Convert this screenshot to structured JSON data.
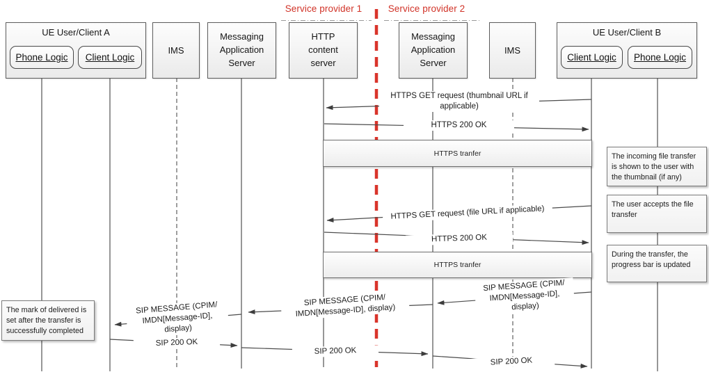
{
  "providers": {
    "sp1": "Service provider 1",
    "sp2": "Service provider 2"
  },
  "actors": {
    "ue_a_title": "UE User/Client A",
    "ue_a_phone": "Phone Logic",
    "ue_a_client": "Client Logic",
    "ims1": "IMS",
    "mas1": "Messaging Application Server",
    "http": "HTTP content server",
    "mas2": "Messaging Application Server",
    "ims2": "IMS",
    "ue_b_title": "UE User/Client B",
    "ue_b_client": "Client Logic",
    "ue_b_phone": "Phone Logic"
  },
  "messages": {
    "get_thumbnail": "HTTPS GET request (thumbnail URL if applicable)",
    "ok_thumbnail": "HTTPS 200 OK",
    "transfer1": "HTTPS tranfer",
    "get_file": "HTTPS GET request (file URL if applicable)",
    "ok_file": "HTTPS 200 OK",
    "transfer2": "HTTPS tranfer",
    "sip_message_b_to_mas2": "SIP MESSAGE (CPIM/ IMDN[Message-ID], display)",
    "sip_message_mas2_to_mas1": "SIP MESSAGE (CPIM/ IMDN[Message-ID], display)",
    "sip_message_mas1_to_a": "SIP MESSAGE (CPIM/ IMDN[Message-ID], display)",
    "sip_ok_a_to_mas1": "SIP 200 OK",
    "sip_ok_mas1_to_mas2": "SIP 200 OK",
    "sip_ok_mas2_to_b": "SIP 200 OK"
  },
  "notes": {
    "delivered": "The mark of delivered is set after the transfer is successfully completed",
    "incoming": "The incoming file transfer is shown to the user with the thumbnail (if any)",
    "accepts": "The user accepts the file transfer",
    "progress": "During the transfer, the progress bar is updated"
  },
  "colors": {
    "accent_red": "#d13328",
    "line_gray": "#5f5f5f"
  }
}
